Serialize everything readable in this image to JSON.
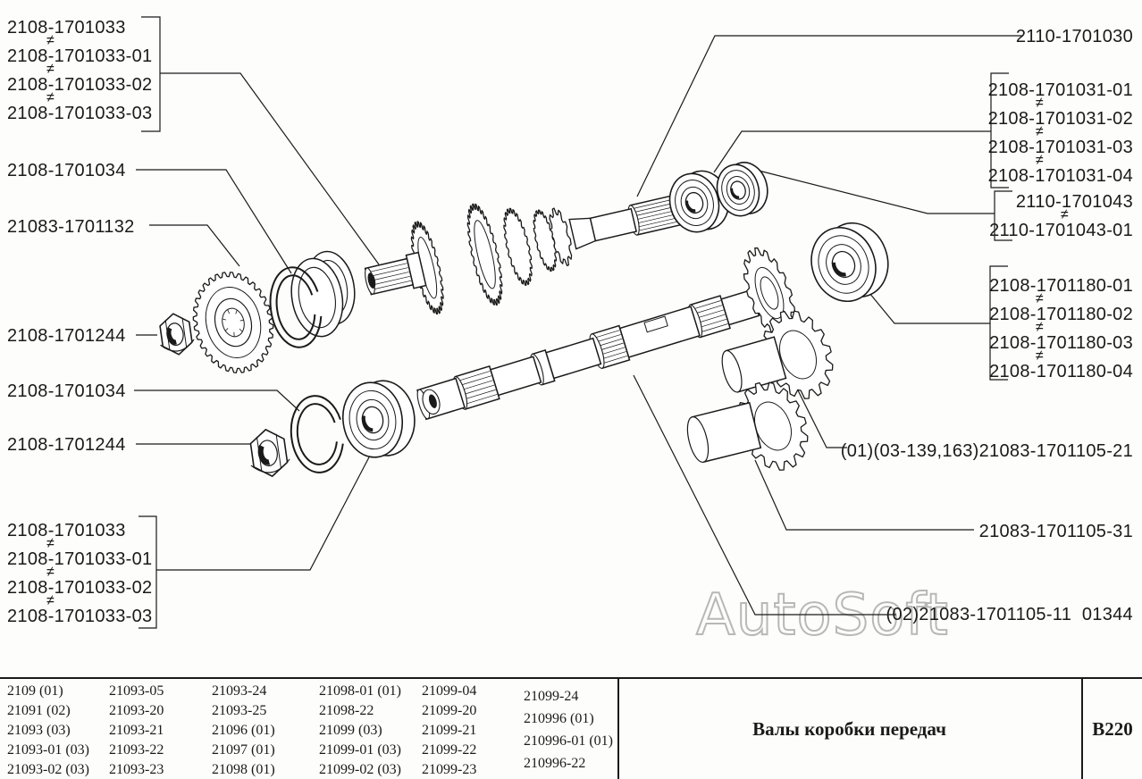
{
  "palette": {
    "ink": "#1a1a1a",
    "watermark_gray": "#b8b8b8",
    "background": "#fdfdfb"
  },
  "watermark": {
    "text": "AutoSoft"
  },
  "symbols": {
    "neq": "≠"
  },
  "callouts": {
    "left_top_group": {
      "lines": [
        "2108-1701033",
        "2108-1701033-01",
        "2108-1701033-02",
        "2108-1701033-03"
      ]
    },
    "left_1701034_upper": "2108-1701034",
    "left_1701132": "21083-1701132",
    "left_1701244_upper": "2108-1701244",
    "left_1701034_lower": "2108-1701034",
    "left_1701244_lower": "2108-1701244",
    "left_bottom_group": {
      "lines": [
        "2108-1701033",
        "2108-1701033-01",
        "2108-1701033-02",
        "2108-1701033-03"
      ]
    },
    "right_1701030": "2110-1701030",
    "right_group_1031": {
      "lines": [
        "2108-1701031-01",
        "2108-1701031-02",
        "2108-1701031-03",
        "2108-1701031-04"
      ]
    },
    "right_group_1043": {
      "lines": [
        "2110-1701043",
        "2110-1701043-01"
      ]
    },
    "right_group_1180": {
      "lines": [
        "2108-1701180-01",
        "2108-1701180-02",
        "2108-1701180-03",
        "2108-1701180-04"
      ]
    },
    "right_1701105_21": "(01)(03-139,163)21083-1701105-21",
    "right_1701105_31": "21083-1701105-31",
    "right_1701105_11": "(02)21083-1701105-11  01344"
  },
  "footer": {
    "columns": [
      {
        "values": [
          "2109 (01)",
          "21091 (02)",
          "21093 (03)",
          "21093-01 (03)",
          "21093-02 (03)"
        ]
      },
      {
        "values": [
          "21093-05",
          "21093-20",
          "21093-21",
          "21093-22",
          "21093-23"
        ]
      },
      {
        "values": [
          "21093-24",
          "21093-25",
          "21096 (01)",
          "21097 (01)",
          "21098 (01)"
        ]
      },
      {
        "values": [
          "21098-01 (01)",
          "21098-22",
          "21099 (03)",
          "21099-01 (03)",
          "21099-02 (03)"
        ]
      },
      {
        "values": [
          "21099-04",
          "21099-20",
          "21099-21",
          "21099-22",
          "21099-23"
        ]
      },
      {
        "values": [
          "21099-24",
          "210996 (01)",
          "210996-01 (01)",
          "210996-22"
        ]
      }
    ],
    "title": "Валы коробки передач",
    "code": "B220"
  }
}
